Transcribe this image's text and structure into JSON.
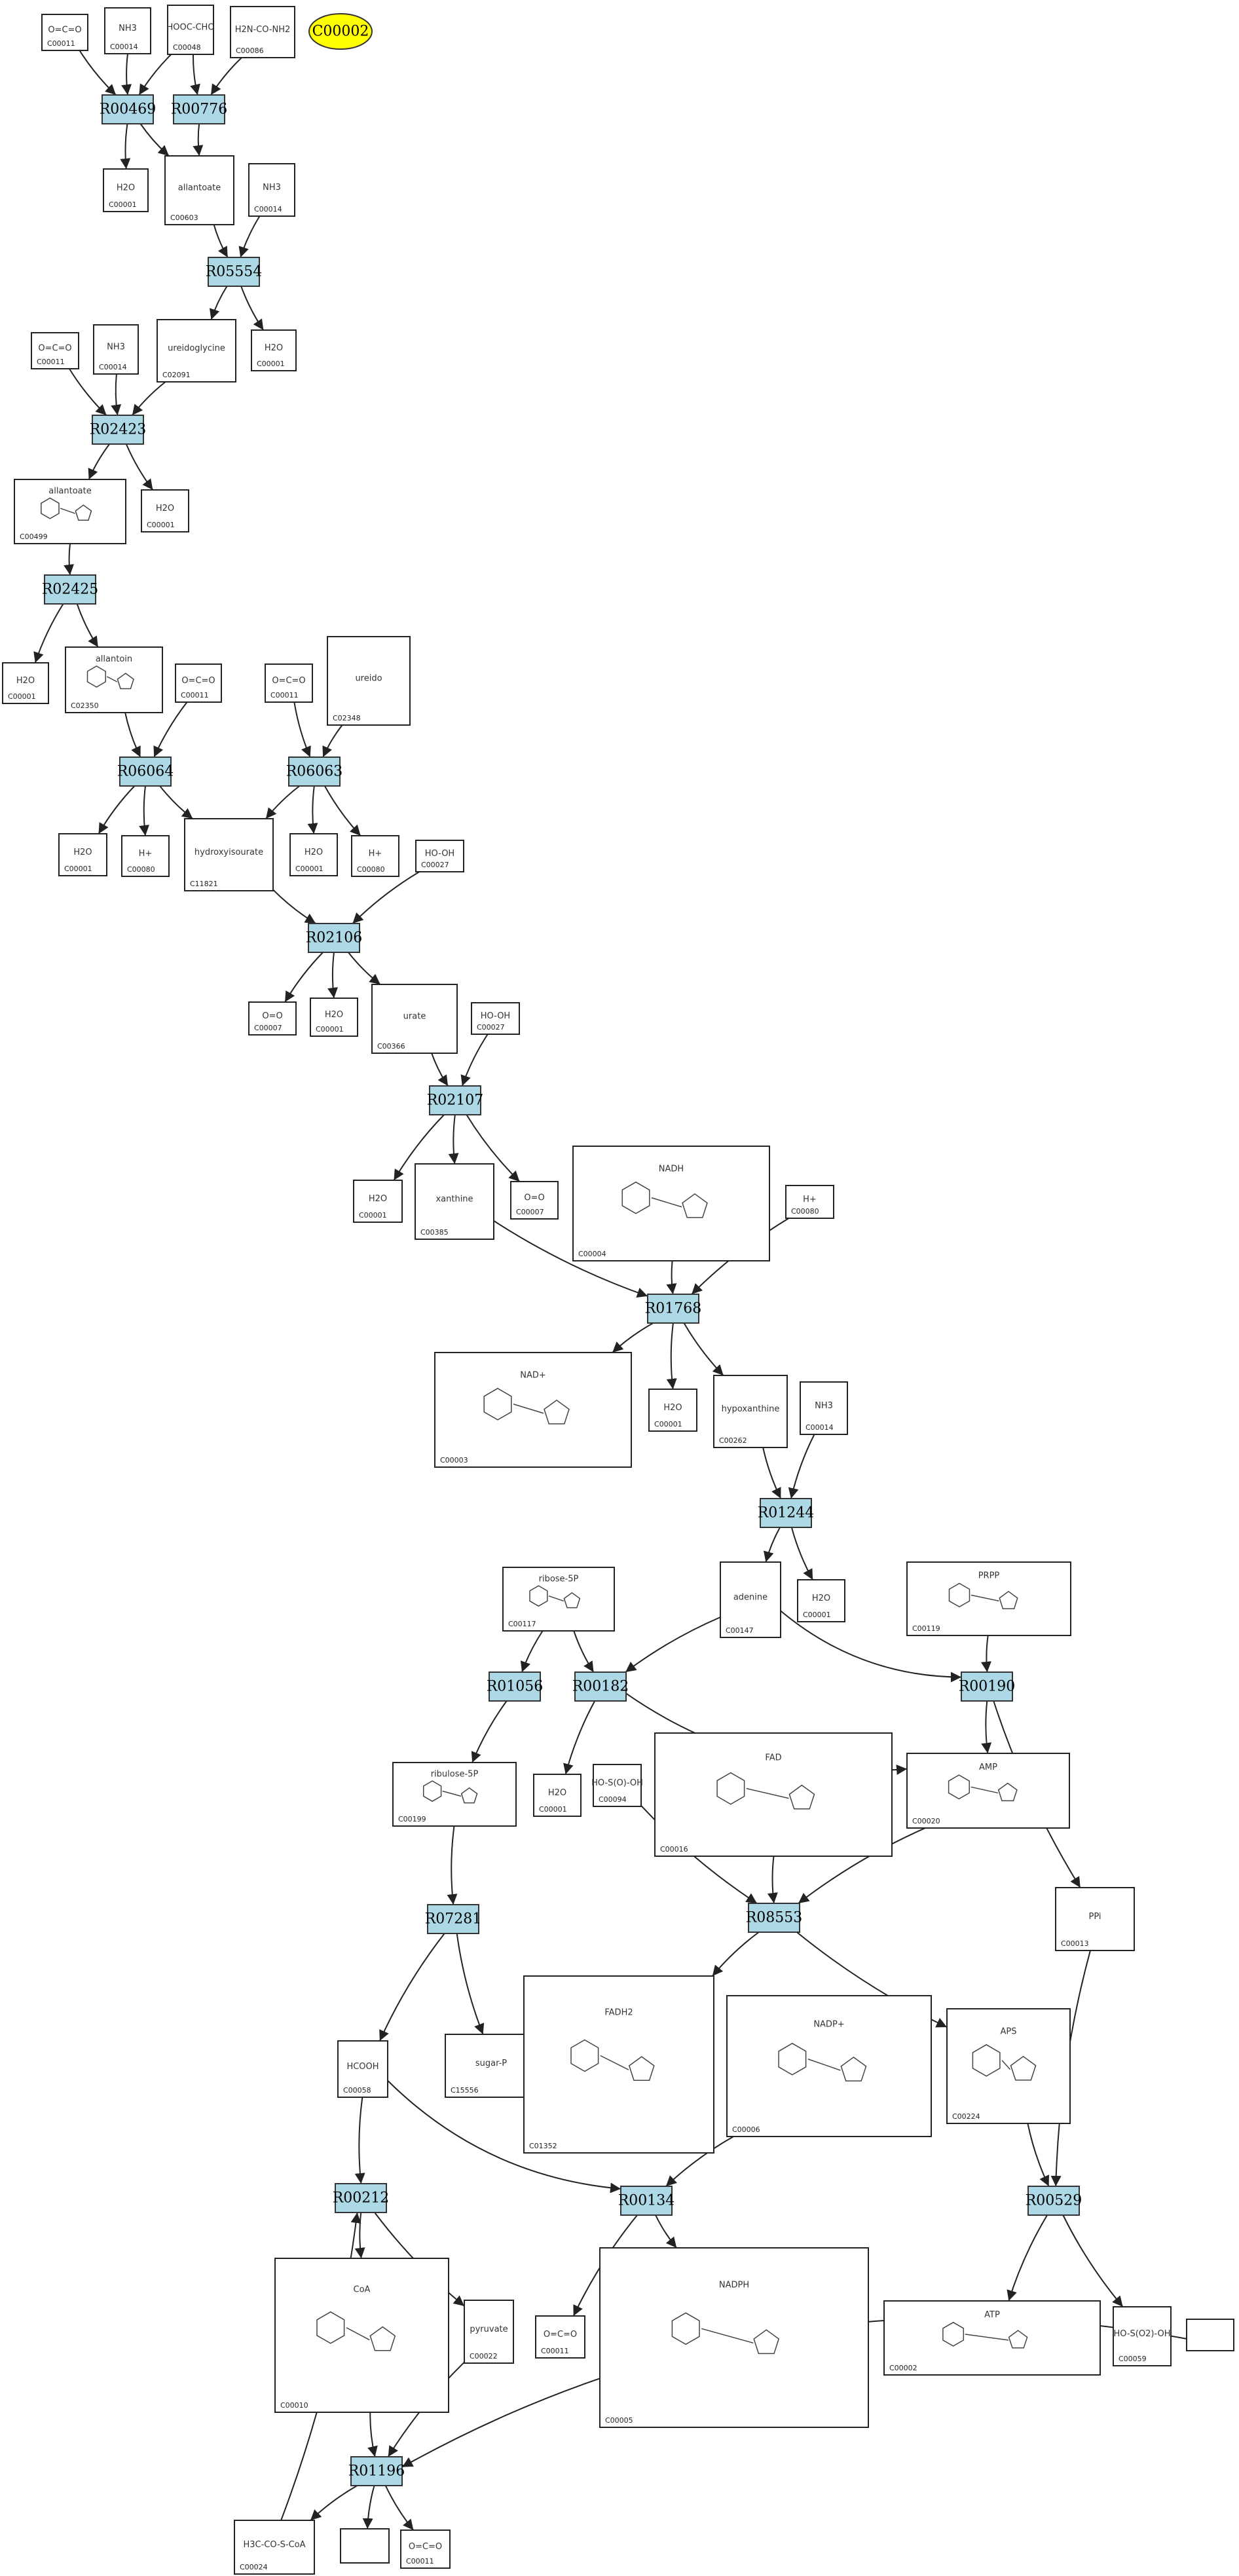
{
  "diagram": {
    "highlight": {
      "label": "C00002",
      "color": "#ffff00"
    },
    "reactions": [
      {
        "id": "R00469",
        "label": "R00469"
      },
      {
        "id": "R00776",
        "label": "R00776"
      },
      {
        "id": "R05554",
        "label": "R05554"
      },
      {
        "id": "R02423",
        "label": "R02423"
      },
      {
        "id": "R02425",
        "label": "R02425"
      },
      {
        "id": "R06064",
        "label": "R06064"
      },
      {
        "id": "R06063",
        "label": "R06063"
      },
      {
        "id": "R02106",
        "label": "R02106"
      },
      {
        "id": "R02107",
        "label": "R02107"
      },
      {
        "id": "R01768",
        "label": "R01768"
      },
      {
        "id": "R01244",
        "label": "R01244"
      },
      {
        "id": "R01056",
        "label": "R01056"
      },
      {
        "id": "R00182",
        "label": "R00182"
      },
      {
        "id": "R00190",
        "label": "R00190"
      },
      {
        "id": "R07281",
        "label": "R07281"
      },
      {
        "id": "R08553",
        "label": "R08553"
      },
      {
        "id": "R00212",
        "label": "R00212"
      },
      {
        "id": "R00134",
        "label": "R00134"
      },
      {
        "id": "R00529",
        "label": "R00529"
      },
      {
        "id": "R01196",
        "label": "R01196"
      }
    ],
    "compounds": [
      {
        "id": "c1",
        "label": "C00011",
        "formula": "O=C=O"
      },
      {
        "id": "c2",
        "label": "C00014",
        "formula": "NH3"
      },
      {
        "id": "c3",
        "label": "C00048",
        "formula": "HOOC-CHO"
      },
      {
        "id": "c4",
        "label": "C00086",
        "formula": "H2N-CO-NH2"
      },
      {
        "id": "c5",
        "label": "C00001",
        "formula": "H2O"
      },
      {
        "id": "c6",
        "label": "C00603",
        "formula": "allantoate"
      },
      {
        "id": "c7",
        "label": "C00014",
        "formula": "NH3"
      },
      {
        "id": "c8",
        "label": "C02091",
        "formula": "ureidoglycine"
      },
      {
        "id": "c9",
        "label": "C00001",
        "formula": "H2O"
      },
      {
        "id": "c10",
        "label": "C00011",
        "formula": "O=C=O"
      },
      {
        "id": "c11",
        "label": "C00014",
        "formula": "NH3"
      },
      {
        "id": "c12",
        "label": "C00499",
        "formula": "allantoate"
      },
      {
        "id": "c13",
        "label": "C00001",
        "formula": "H2O"
      },
      {
        "id": "c14",
        "label": "C00001",
        "formula": "H2O"
      },
      {
        "id": "c15",
        "label": "C02350",
        "formula": "allantoin"
      },
      {
        "id": "c16",
        "label": "C00011",
        "formula": "O=C=O"
      },
      {
        "id": "c17",
        "label": "C00011",
        "formula": "O=C=O"
      },
      {
        "id": "c18",
        "label": "C02348",
        "formula": "ureido"
      },
      {
        "id": "c19",
        "label": "C00001",
        "formula": "H2O"
      },
      {
        "id": "c20",
        "label": "C00080",
        "formula": "H+"
      },
      {
        "id": "c21",
        "label": "C11821",
        "formula": "hydroxyisourate"
      },
      {
        "id": "c22",
        "label": "C00001",
        "formula": "H2O"
      },
      {
        "id": "c23",
        "label": "C00080",
        "formula": "H+"
      },
      {
        "id": "c24",
        "label": "C00027",
        "formula": "HO-OH"
      },
      {
        "id": "c25",
        "label": "C00007",
        "formula": "O=O"
      },
      {
        "id": "c26",
        "label": "C00001",
        "formula": "H2O"
      },
      {
        "id": "c27",
        "label": "C00366",
        "formula": "urate"
      },
      {
        "id": "c28",
        "label": "C00027",
        "formula": "HO-OH"
      },
      {
        "id": "c29",
        "label": "C00001",
        "formula": "H2O"
      },
      {
        "id": "c30",
        "label": "C00385",
        "formula": "xanthine"
      },
      {
        "id": "c31",
        "label": "C00007",
        "formula": "O=O"
      },
      {
        "id": "c32",
        "label": "C00004",
        "formula": "NADH"
      },
      {
        "id": "c33",
        "label": "C00080",
        "formula": "H+"
      },
      {
        "id": "c34",
        "label": "C00003",
        "formula": "NAD+"
      },
      {
        "id": "c35",
        "label": "C00001",
        "formula": "H2O"
      },
      {
        "id": "c36",
        "label": "C00262",
        "formula": "hypoxanthine"
      },
      {
        "id": "c37",
        "label": "C00014",
        "formula": "NH3"
      },
      {
        "id": "c38",
        "label": "C00117",
        "formula": "ribose-5P"
      },
      {
        "id": "c39",
        "label": "C00147",
        "formula": "adenine"
      },
      {
        "id": "c40",
        "label": "C00001",
        "formula": "H2O"
      },
      {
        "id": "c41",
        "label": "C00119",
        "formula": "PRPP"
      },
      {
        "id": "c42",
        "label": "C00199",
        "formula": "ribulose-5P"
      },
      {
        "id": "c43",
        "label": "C00001",
        "formula": "H2O"
      },
      {
        "id": "c44",
        "label": "C00016",
        "formula": "FAD"
      },
      {
        "id": "c45",
        "label": "C00020",
        "formula": "AMP"
      },
      {
        "id": "c46",
        "label": "C00094",
        "formula": "HO-S(O)-OH"
      },
      {
        "id": "c47",
        "label": "C00013",
        "formula": "PPi"
      },
      {
        "id": "c48",
        "label": "C15556",
        "formula": "sugar-P"
      },
      {
        "id": "c49",
        "label": "C00058",
        "formula": "HCOOH"
      },
      {
        "id": "c50",
        "label": "C01352",
        "formula": "FADH2"
      },
      {
        "id": "c51",
        "label": "C00006",
        "formula": "NADP+"
      },
      {
        "id": "c52",
        "label": "C00224",
        "formula": "APS"
      },
      {
        "id": "c53",
        "label": "C00010",
        "formula": "CoA"
      },
      {
        "id": "c54",
        "label": "C00022",
        "formula": "pyruvate"
      },
      {
        "id": "c55",
        "label": "C00011",
        "formula": "O=C=O"
      },
      {
        "id": "c56",
        "label": "C00005",
        "formula": "NADPH"
      },
      {
        "id": "c57",
        "label": "C00002",
        "formula": "ATP"
      },
      {
        "id": "c58",
        "label": "C00059",
        "formula": "HO-S(O2)-OH"
      },
      {
        "id": "c59",
        "label": "",
        "formula": ""
      },
      {
        "id": "c60",
        "label": "C00024",
        "formula": "H3C-CO-S-CoA"
      },
      {
        "id": "c61",
        "label": "",
        "formula": ""
      },
      {
        "id": "c62",
        "label": "C00011",
        "formula": "O=C=O"
      }
    ]
  }
}
